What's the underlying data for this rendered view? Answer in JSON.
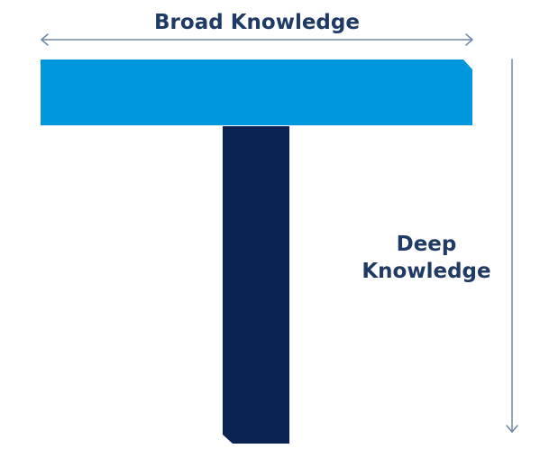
{
  "labels": {
    "broad": "Broad Knowledge",
    "deep_line1": "Deep",
    "deep_line2": "Knowledge"
  },
  "colors": {
    "bar": "#0097dd",
    "stem": "#0b2352",
    "arrow": "#6e8aa8",
    "text": "#1f3a64"
  }
}
